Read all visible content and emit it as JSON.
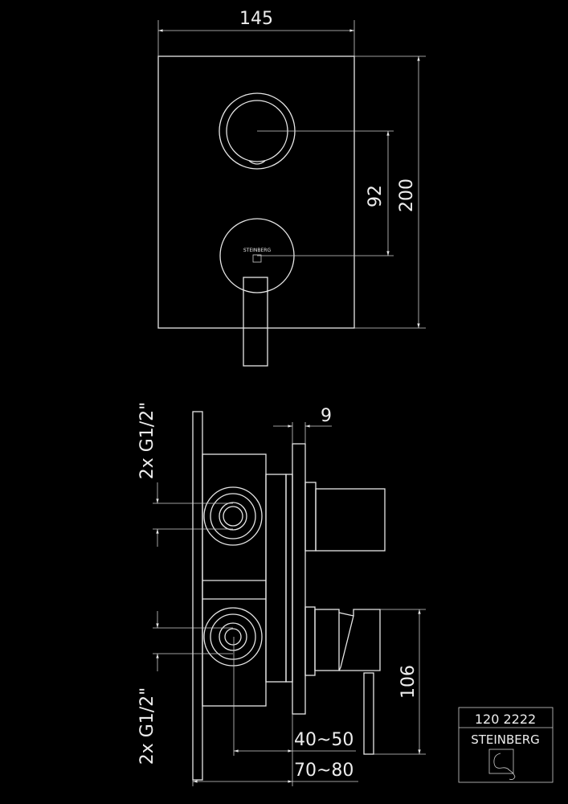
{
  "front_view": {
    "width_dim": "145",
    "height_dim": "200",
    "spacing_dim": "92",
    "brand_mark": "STEINBERG"
  },
  "side_view": {
    "upper_connection": "2x G1/2\"",
    "lower_connection": "2x G1/2\"",
    "plate_thickness_dim": "9",
    "install_depth_dim": "40~50",
    "total_depth_dim": "70~80",
    "lever_dim": "106"
  },
  "title_block": {
    "article_number": "120 2222",
    "brand": "STEINBERG"
  },
  "colors": {
    "background": "#000000",
    "lines": "#e6e6e6"
  }
}
